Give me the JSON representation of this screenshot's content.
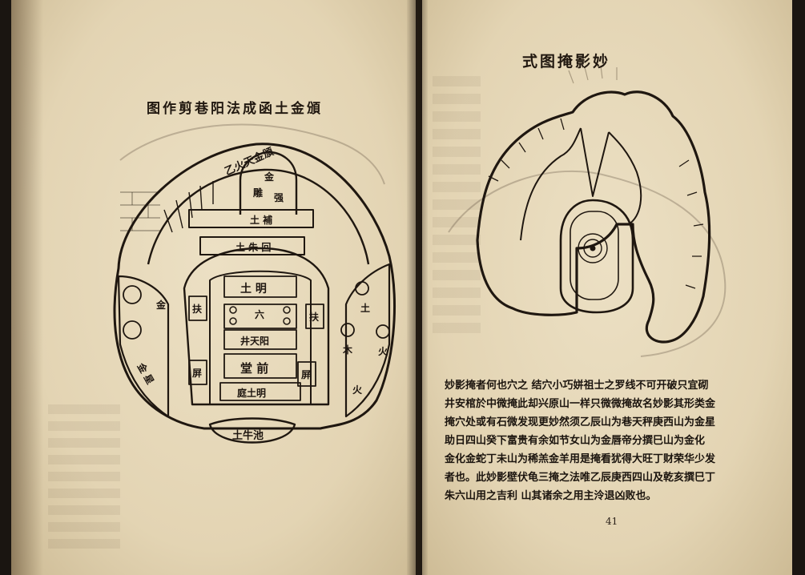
{
  "left_page": {
    "diagram_title": "图作剪巷阳法成函土金頒",
    "labels": {
      "arc_top": "乙火天金頒",
      "cap_top": "金",
      "cap_mid": "雕",
      "cap_low": "强",
      "bar_1": "土  補",
      "bar_2": "土  朱  回",
      "center_top": "土  明",
      "center_mid": "六",
      "center_low": "井天阳",
      "hall": "堂  前",
      "court": "庭土明",
      "left_jin": "金",
      "left_jinxing": "金  星",
      "right_tu": "土",
      "right_mu": "木",
      "right_huo": "火",
      "right_huo2": "火",
      "left_fu": "扶",
      "right_fu": "扶",
      "left_ping": "屏",
      "right_ping": "屏",
      "bottom_cap": "土牛池"
    }
  },
  "right_page": {
    "diagram_title": "式图掩影妙",
    "text_lines": [
      "妙影掩者何也穴之   结穴小巧姘祖士之罗线不可开破只宜砌",
      "井安棺於中微掩此却兴原山一样只微微掩故名妙影其形类金",
      "掩穴处或有石微发现更妙然须乙辰山为巷天秤庚西山为金星",
      "助日四山癸下富贵有余如节女山为金唇帝分撰巳山为金化",
      "金化金蛇丁未山为稀羔金羊用是掩看犹得大旺丁财荣华少发",
      "者也。此妙影壁伏龟三掩之法唯乙辰庚西四山及乾亥撰巳丁",
      "朱六山用之吉利   山其诸余之用主泠退凶败也。"
    ],
    "page_number": "41"
  }
}
